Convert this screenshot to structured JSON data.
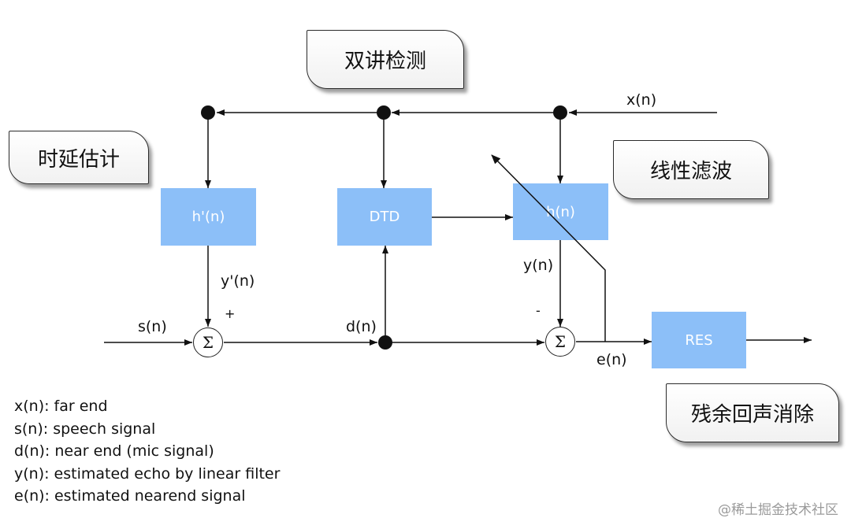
{
  "callouts": {
    "double_talk": "双讲检测",
    "delay_estimation": "时延估计",
    "linear_filter": "线性滤波",
    "residual_echo": "残余回声消除"
  },
  "blocks": {
    "h_prime": "h'(n)",
    "dtd": "DTD",
    "h": "h(n)",
    "res": "RES"
  },
  "signals": {
    "x": "x(n)",
    "s": "s(n)",
    "d": "d(n)",
    "y_prime": "y'(n)",
    "y": "y(n)",
    "e": "e(n)",
    "plus": "+",
    "minus": "-"
  },
  "sum_symbol": "Σ",
  "legend": [
    "x(n): far end",
    "s(n): speech signal",
    "d(n): near end (mic signal)",
    "y(n): estimated echo by linear filter",
    "e(n): estimated nearend signal"
  ],
  "watermark": "@稀土掘金技术社区"
}
